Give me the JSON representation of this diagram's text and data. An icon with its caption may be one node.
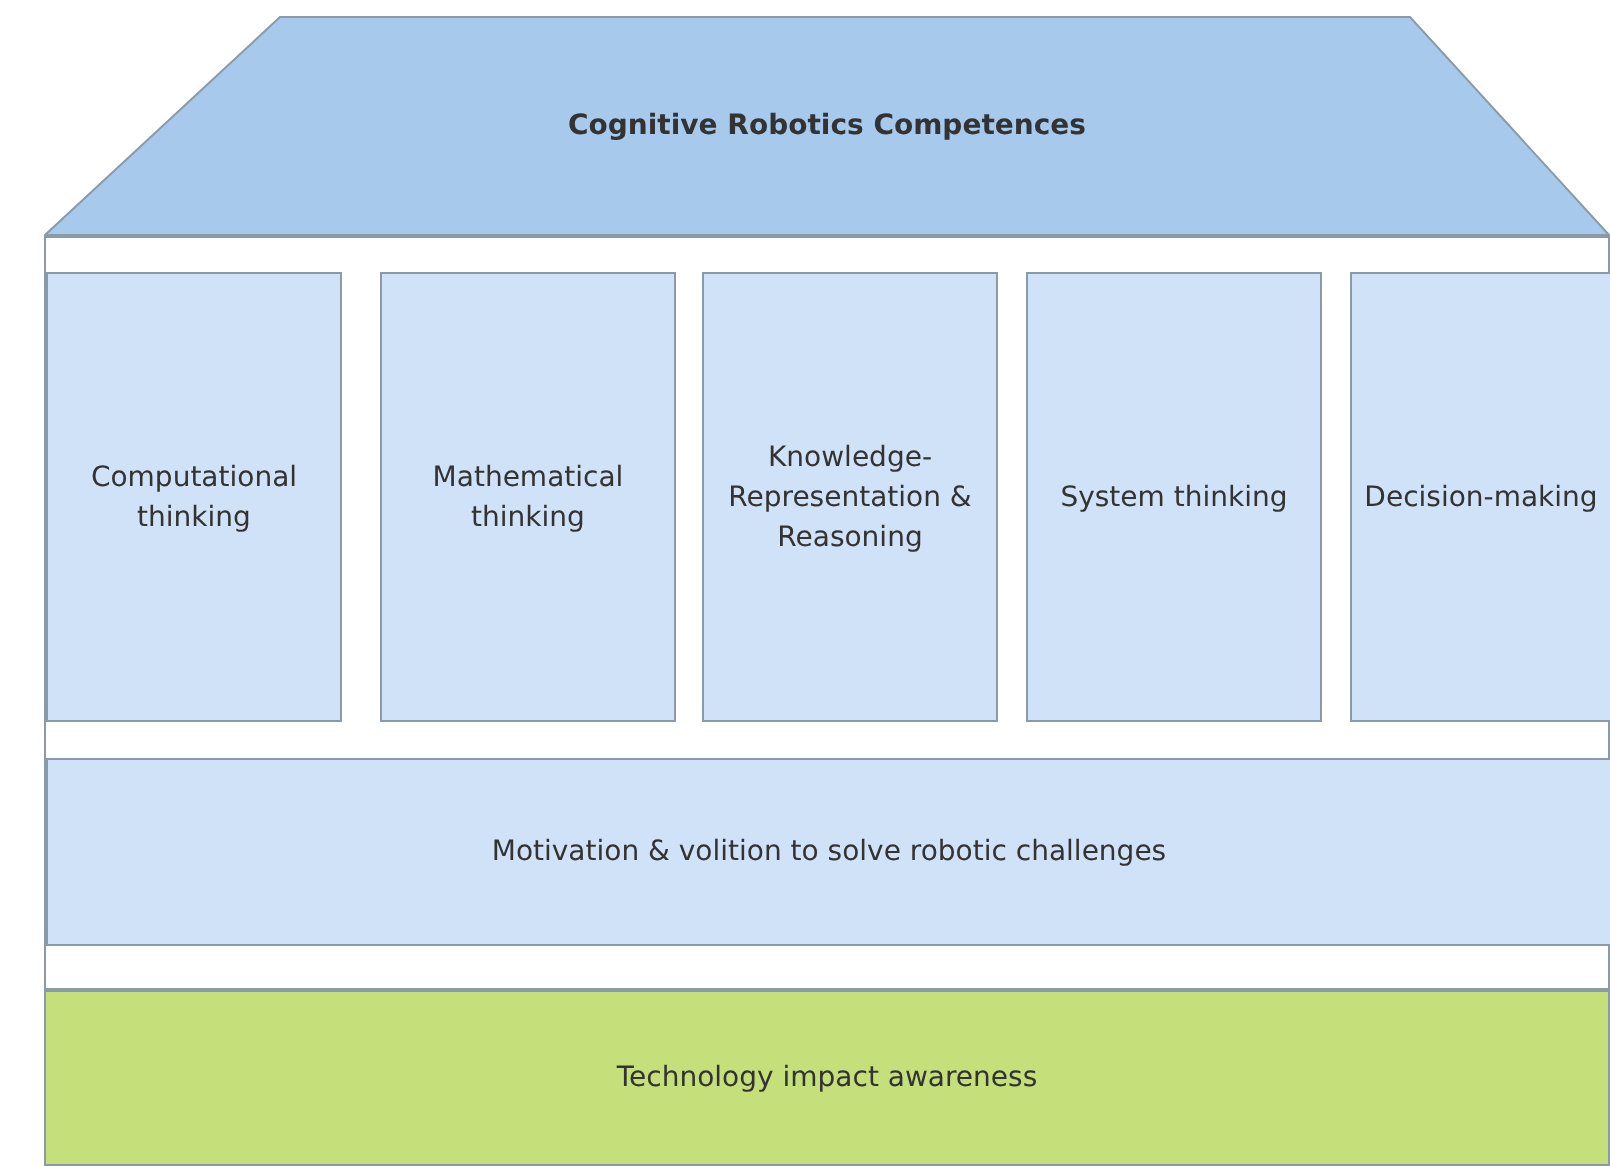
{
  "diagram": {
    "nodes": [
      {
        "text": [
          "Cognitive Robotics Competences"
        ]
      },
      {
        "text": [],
        "shape": "box"
      },
      {
        "text": [
          "Computational thinking"
        ],
        "in": 1
      },
      {
        "text": [
          "Mathematical thinking"
        ],
        "in": 1
      },
      {
        "text": [
          "Knowledge-Representation & Reasoning"
        ],
        "in": 1
      },
      {
        "text": [
          "System thinking"
        ],
        "in": 1
      },
      {
        "text": [
          "Decision-making"
        ],
        "in": 1
      },
      {
        "text": [
          "Motivation & volition to solve robotic challenges"
        ],
        "in": 1
      },
      {
        "text": [
          "Technology impact awareness"
        ]
      }
    ],
    "edges": []
  }
}
